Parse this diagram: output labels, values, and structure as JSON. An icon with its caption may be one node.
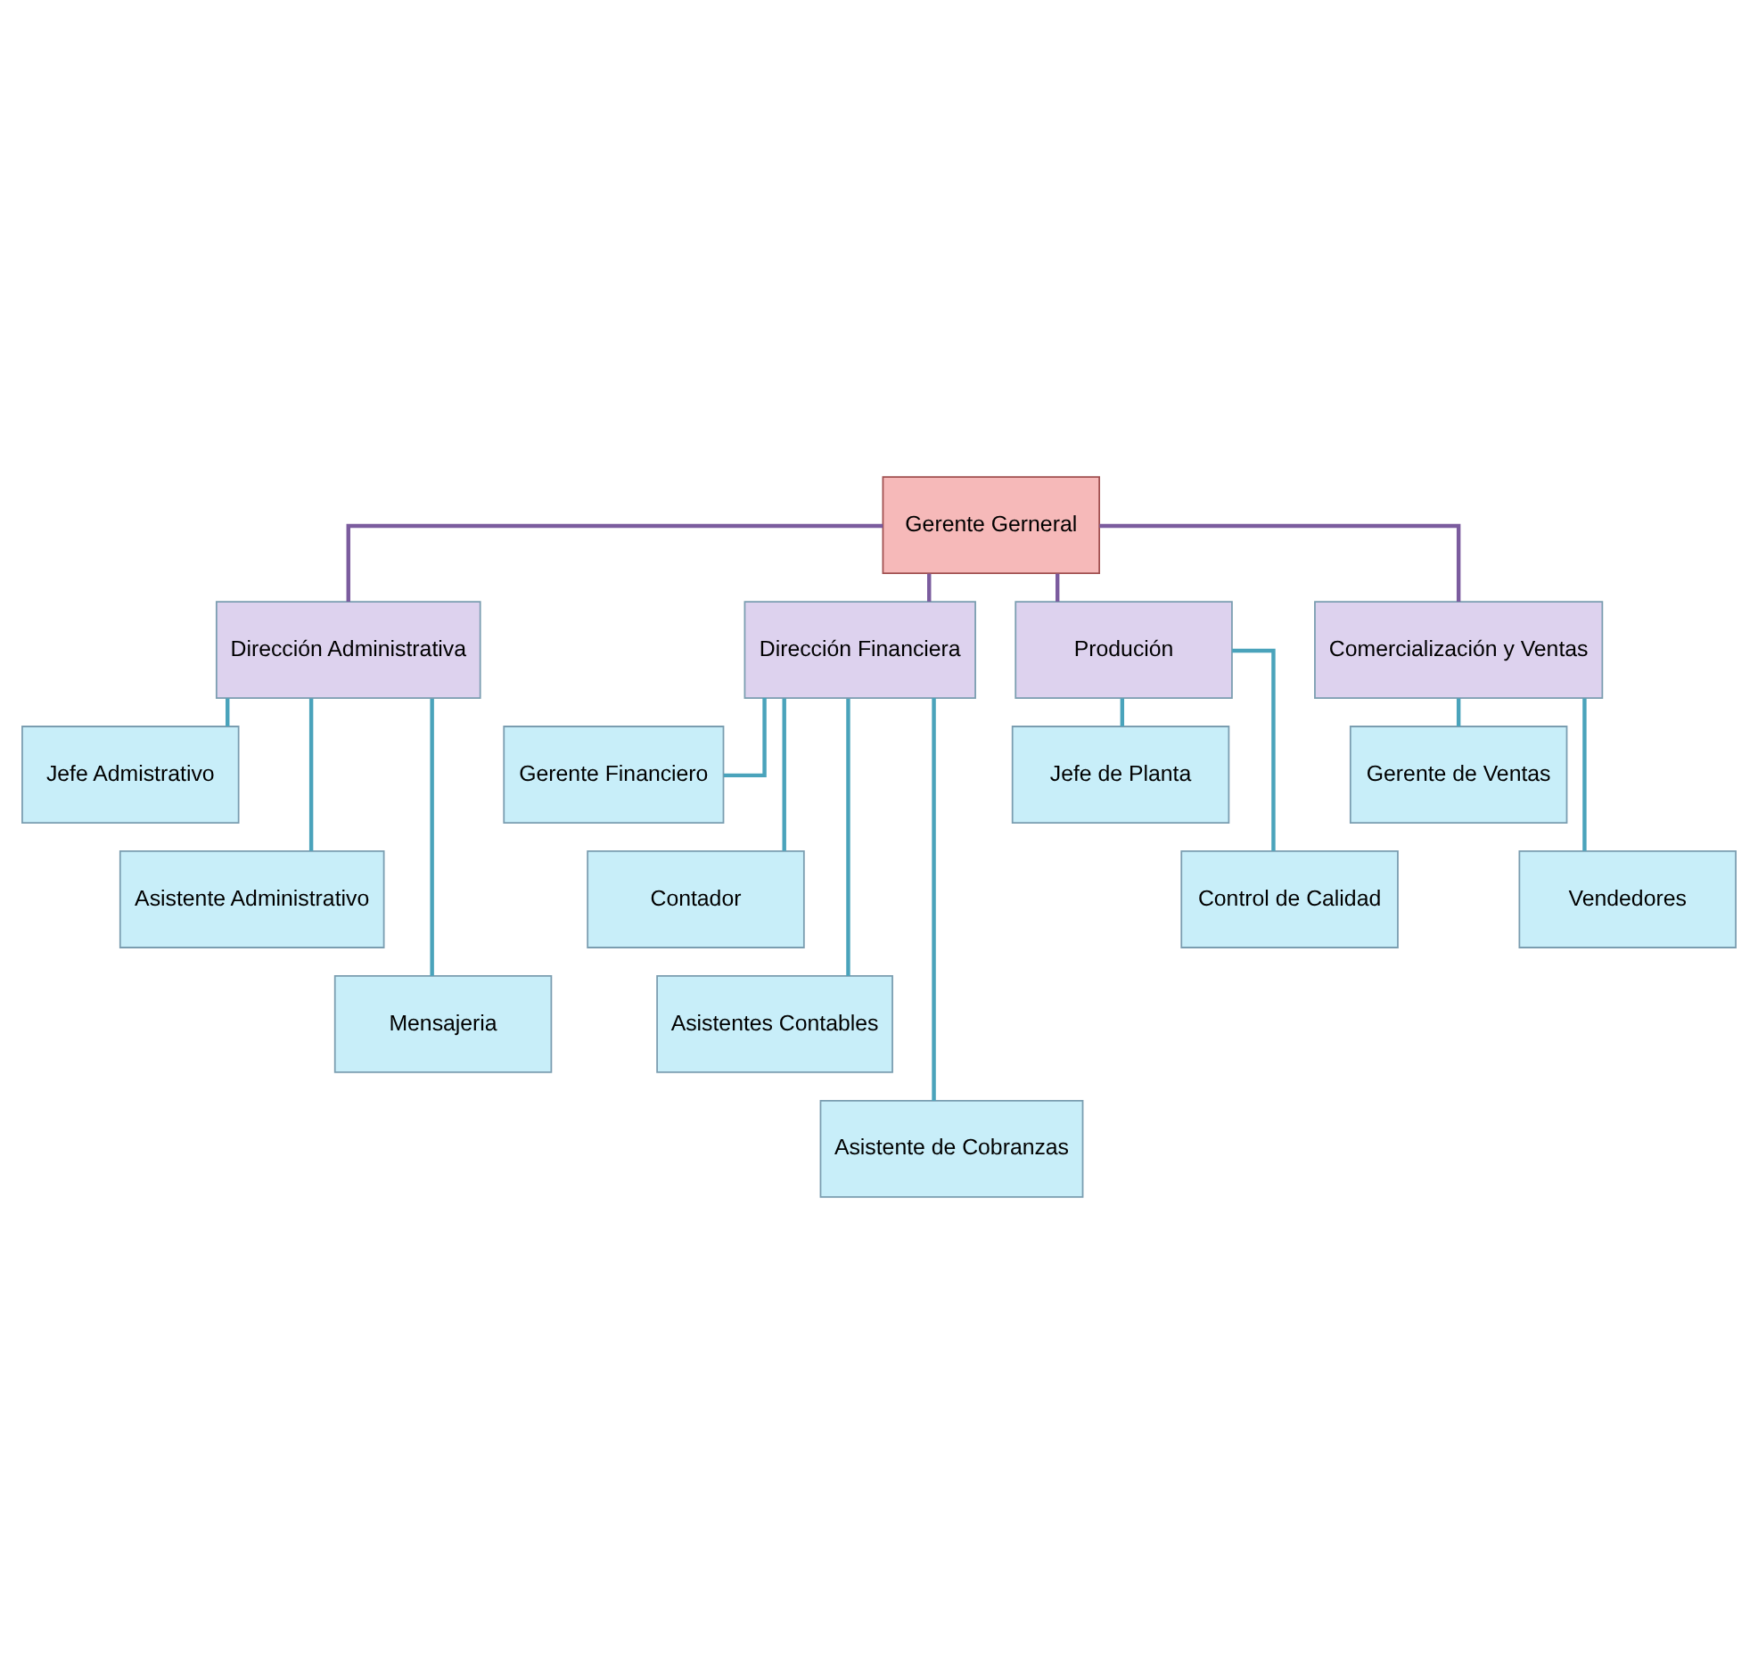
{
  "diagram": {
    "nodes": [
      {
        "text": [
          "Gerente Gerneral"
        ]
      },
      {
        "text": [
          "Dirección Administrativa"
        ]
      },
      {
        "text": [
          "Dirección Financiera"
        ]
      },
      {
        "text": [
          "Produción"
        ]
      },
      {
        "text": [
          "Comercialización y Ventas"
        ]
      },
      {
        "text": [
          "Jefe Admistrativo"
        ]
      },
      {
        "text": [
          "Asistente Administrativo"
        ]
      },
      {
        "text": [
          "Mensajeria"
        ]
      },
      {
        "text": [
          "Gerente Financiero"
        ]
      },
      {
        "text": [
          "Contador"
        ]
      },
      {
        "text": [
          "Asistentes Contables"
        ]
      },
      {
        "text": [
          "Asistente de Cobranzas"
        ]
      },
      {
        "text": [
          "Jefe de Planta"
        ]
      },
      {
        "text": [
          "Control de Calidad"
        ]
      },
      {
        "text": [
          "Gerente de Ventas"
        ]
      },
      {
        "text": [
          "Vendedores"
        ]
      }
    ],
    "edges": [
      {
        "from": 0,
        "to": 1,
        "arrow": "none",
        "color": "#7b5c9e"
      },
      {
        "from": 0,
        "to": 2,
        "arrow": "none",
        "color": "#7b5c9e"
      },
      {
        "from": 0,
        "to": 3,
        "arrow": "none",
        "color": "#7b5c9e"
      },
      {
        "from": 0,
        "to": 4,
        "arrow": "none",
        "color": "#7b5c9e"
      },
      {
        "from": 1,
        "to": 5,
        "arrow": "none"
      },
      {
        "from": 1,
        "to": 6,
        "arrow": "none"
      },
      {
        "from": 1,
        "to": 7,
        "arrow": "none"
      },
      {
        "from": 2,
        "to": 8,
        "arrow": "none"
      },
      {
        "from": 2,
        "to": 9,
        "arrow": "none"
      },
      {
        "from": 2,
        "to": 10,
        "arrow": "none"
      },
      {
        "from": 2,
        "to": 11,
        "arrow": "none"
      },
      {
        "from": 3,
        "to": 12,
        "arrow": "none"
      },
      {
        "from": 3,
        "to": 13,
        "arrow": "none"
      },
      {
        "from": 4,
        "to": 14,
        "arrow": "none"
      },
      {
        "from": 4,
        "to": 15,
        "arrow": "none"
      }
    ]
  }
}
